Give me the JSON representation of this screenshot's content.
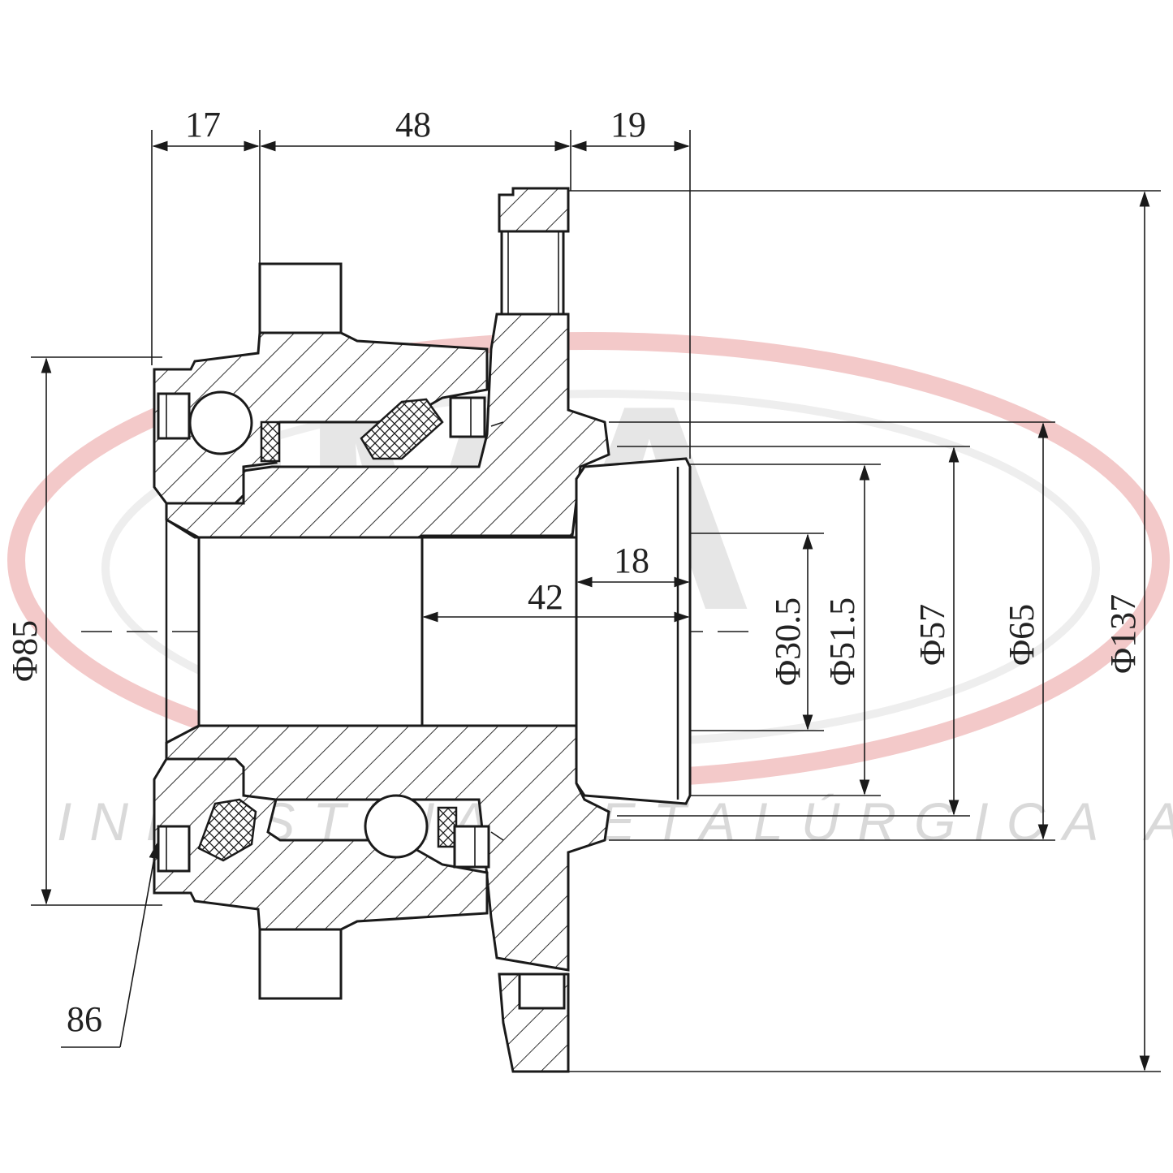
{
  "watermark": {
    "logo": "IMA",
    "company": "INDÚSTRIA METALÚRGICA ALLI",
    "colors": {
      "ring_red": "#f3c9c9",
      "logo_gray": "#e6e6e6",
      "text_gray": "#d9d9d9"
    }
  },
  "dimensions": {
    "width_17": "17",
    "width_48": "48",
    "width_19": "19",
    "depth_42": "42",
    "depth_18": "18",
    "diameter_85": "Φ85",
    "diameter_30_5": "Φ30.5",
    "diameter_51_5": "Φ51.5",
    "diameter_57": "Φ57",
    "diameter_65": "Φ65",
    "diameter_137": "Φ137",
    "leader_86": "86"
  },
  "colors": {
    "line": "#1a1a1a",
    "background": "#ffffff"
  }
}
